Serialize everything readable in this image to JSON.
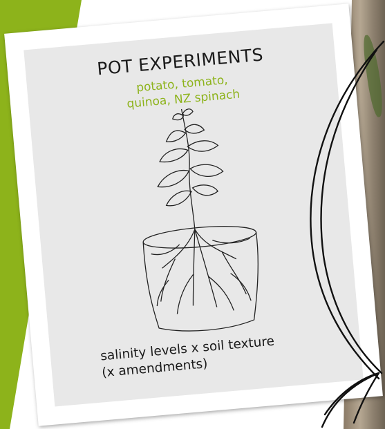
{
  "slide": {
    "title": "POT EXPERIMENTS",
    "subtitle_line1": "potato, tomato,",
    "subtitle_line2": "quinoa, NZ spinach",
    "caption_line1": "salinity levels x soil texture",
    "caption_line2": "(x amendments)"
  },
  "colors": {
    "accent_green": "#8db31b",
    "text_dark": "#1a1a1a",
    "slide_background": "#e8e8e8"
  },
  "icons": [
    "potted-plant-drawing",
    "curved-arrow-icon"
  ]
}
